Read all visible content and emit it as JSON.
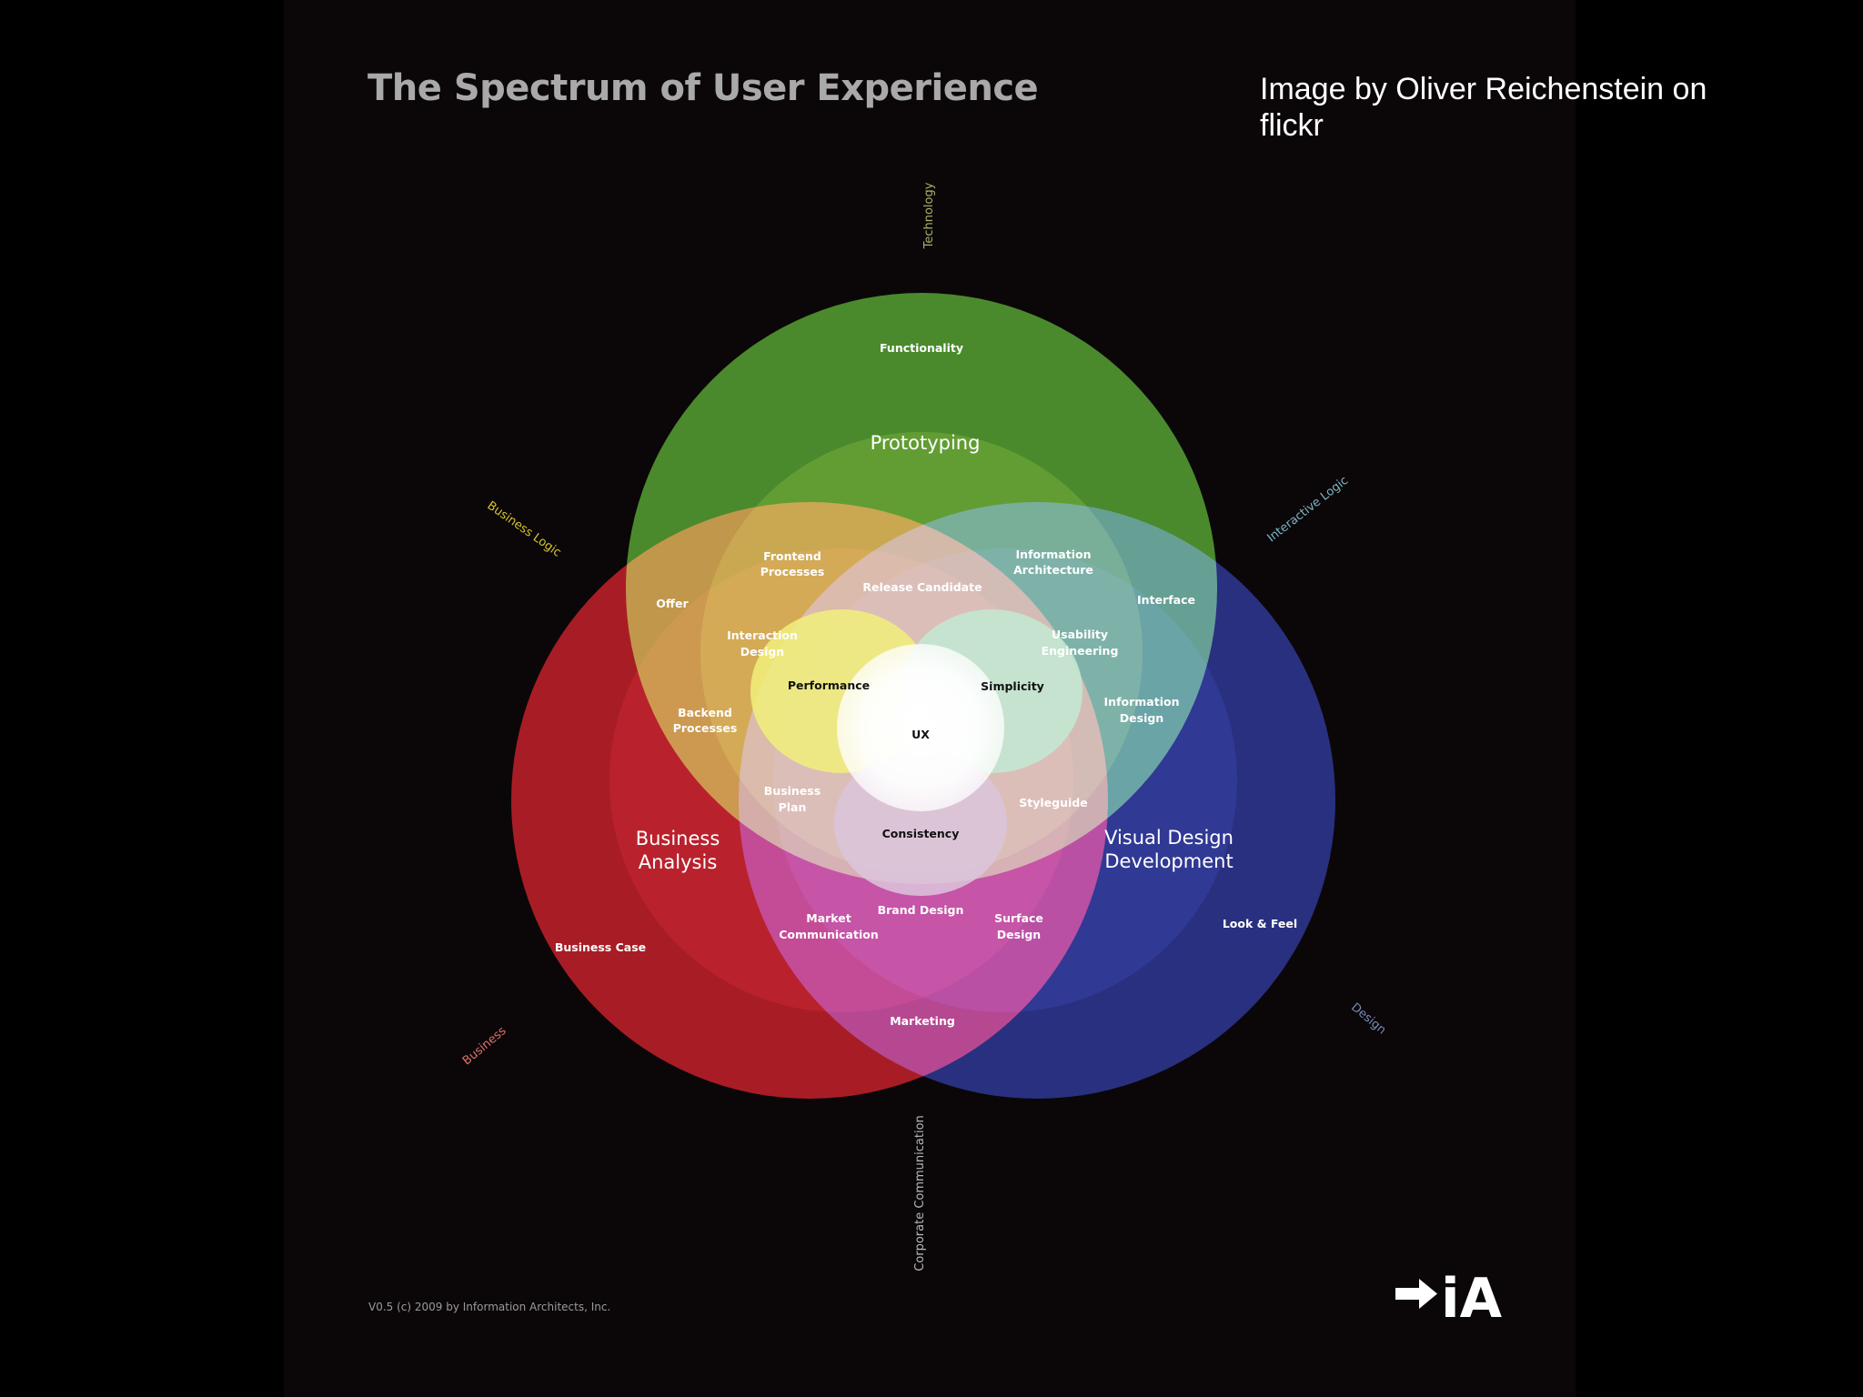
{
  "title": "The Spectrum of User Experience",
  "credit": "Image by Oliver Reichenstein on flickr",
  "footer": "V0.5 (c) 2009 by Information Architects, Inc.",
  "logo_text": "iA",
  "colors": {
    "technology": "#4f8f2f",
    "business": "#b01e26",
    "design": "#2a3486",
    "axis_technology": "#a7b36a",
    "axis_business_logic": "#d7c72b",
    "axis_interactive_logic": "#7fb7c7",
    "axis_business": "#e2736b",
    "axis_design": "#7888b8",
    "axis_corporate": "#b8b8b8"
  },
  "axes": {
    "technology": "Technology",
    "business_logic": "Business Logic",
    "interactive_logic": "Interactive Logic",
    "business": "Business",
    "design": "Design",
    "corporate_communication": "Corporate Communication"
  },
  "circles": {
    "technology": {
      "outer": "Functionality",
      "inner": "Prototyping"
    },
    "business": {
      "inner_line1": "Business",
      "inner_line2": "Analysis",
      "outer": "Business Case"
    },
    "design": {
      "inner_line1": "Visual Design",
      "inner_line2": "Development",
      "outer": "Look & Feel"
    }
  },
  "regions": {
    "frontend_processes": [
      "Frontend",
      "Processes"
    ],
    "information_architecture": [
      "Information",
      "Architecture"
    ],
    "release_candidate": "Release Candidate",
    "offer": "Offer",
    "interface": "Interface",
    "interaction_design": [
      "Interaction",
      "Design"
    ],
    "usability_engineering": [
      "Usability",
      "Engineering"
    ],
    "performance": "Performance",
    "simplicity": "Simplicity",
    "backend_processes": [
      "Backend",
      "Processes"
    ],
    "information_design": [
      "Information",
      "Design"
    ],
    "ux": "UX",
    "business_plan": [
      "Business",
      "Plan"
    ],
    "styleguide": "Styleguide",
    "consistency": "Consistency",
    "brand_design": "Brand Design",
    "market_communication": [
      "Market",
      "Communication"
    ],
    "surface_design": [
      "Surface",
      "Design"
    ],
    "marketing": "Marketing"
  }
}
